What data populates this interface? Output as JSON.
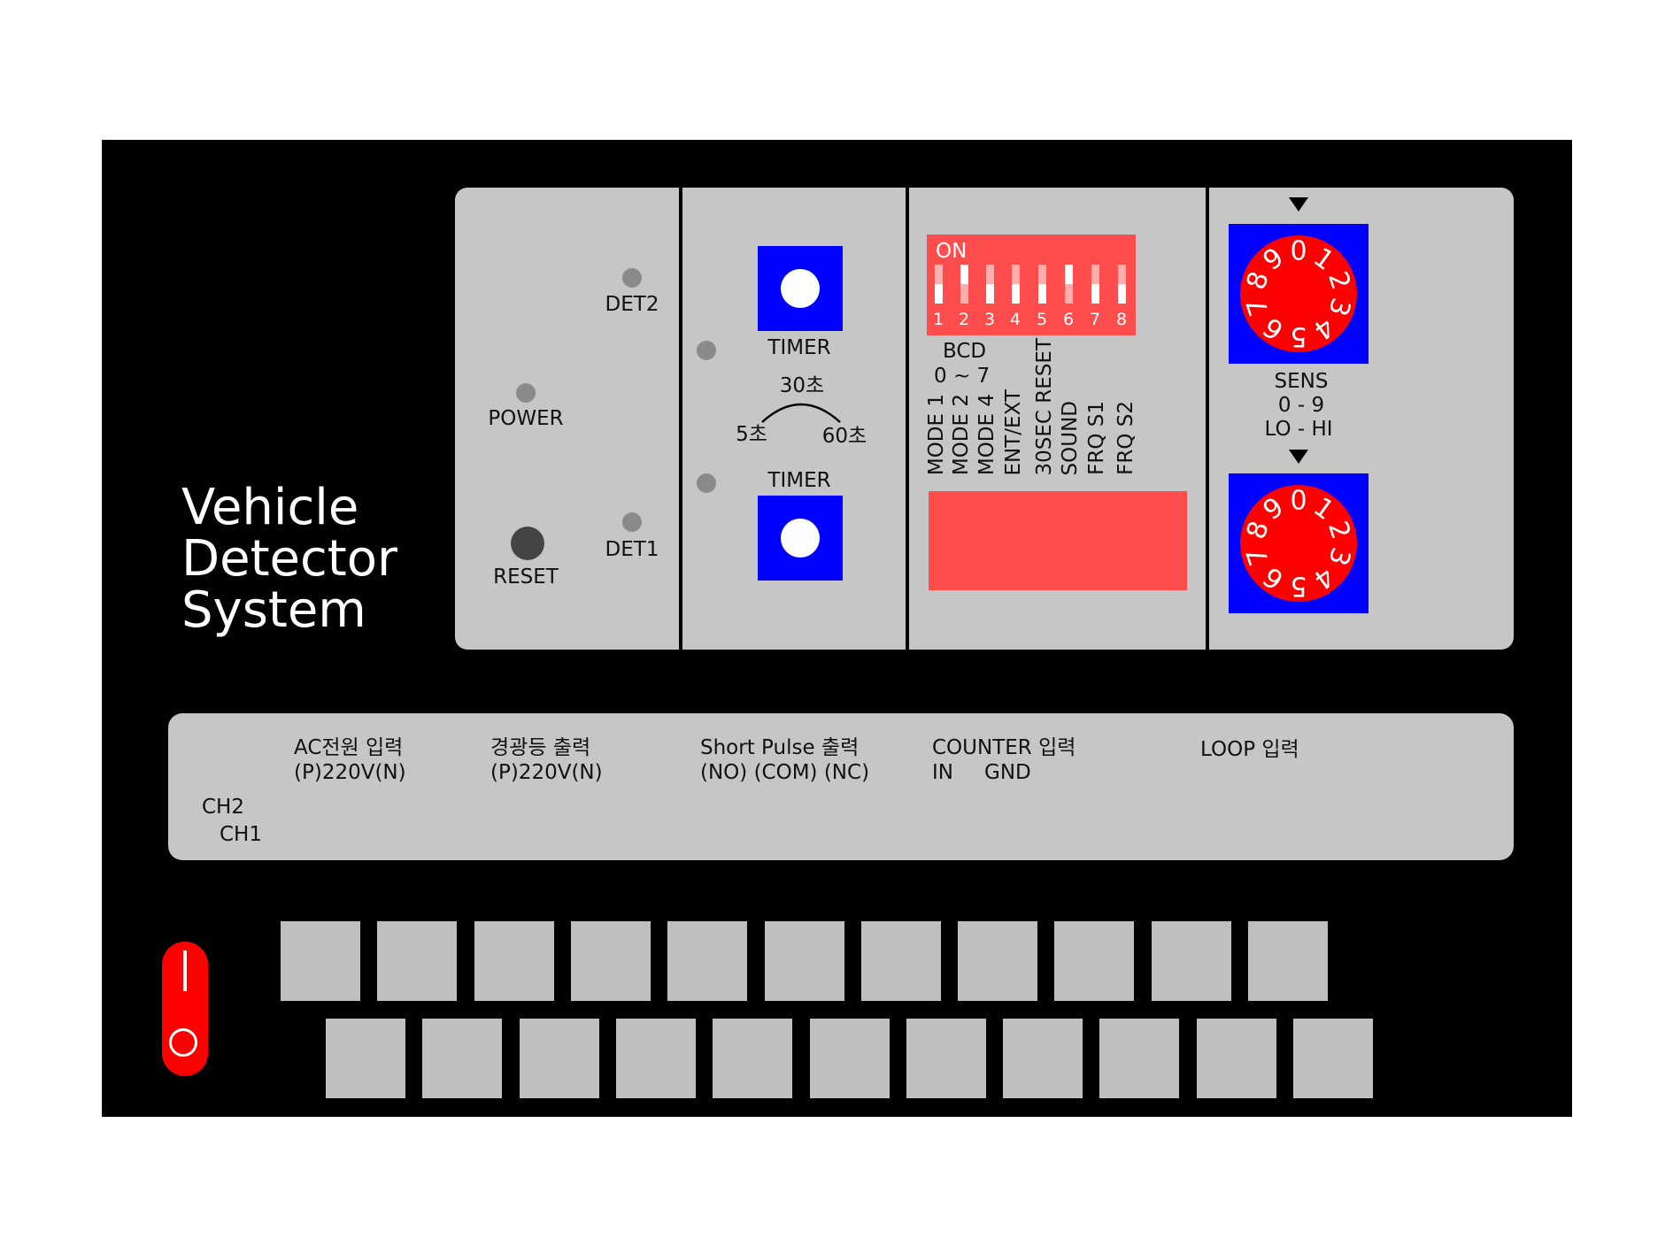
{
  "title": [
    "Vehicle",
    "Detector",
    "System"
  ],
  "indicators": {
    "det2": "DET2",
    "power": "POWER",
    "det1": "DET1",
    "reset": "RESET"
  },
  "timers": {
    "top_label": "TIMER",
    "bottom_label": "TIMER",
    "scale_mid": "30초",
    "scale_min": "5초",
    "scale_max": "60초"
  },
  "dip": {
    "on_label": "ON",
    "numbers": [
      "1",
      "2",
      "3",
      "4",
      "5",
      "6",
      "7",
      "8"
    ],
    "bcd_label": "BCD",
    "bcd_range": "0 ~ 7",
    "functions": [
      "MODE 1",
      "MODE 2",
      "MODE 4",
      "ENT/EXT",
      "30SEC RESET",
      "SOUND",
      "FRQ S1",
      "FRQ S2"
    ]
  },
  "sens": {
    "label": "SENS",
    "range": "0 - 9",
    "lohi": "LO - HI",
    "dial_digits": [
      "0",
      "1",
      "2",
      "3",
      "4",
      "5",
      "6",
      "7",
      "8",
      "9"
    ]
  },
  "terminals": {
    "ch2": "CH2",
    "ch1": "CH1",
    "ac_title": "AC전원 입력",
    "ac_sub": "(P)220V(N)",
    "warn_title": "경광등 출력",
    "warn_sub": "(P)220V(N)",
    "pulse_title": "Short Pulse 출력",
    "pulse_sub": "(NO) (COM) (NC)",
    "counter_title": "COUNTER 입력",
    "counter_in": "IN",
    "counter_gnd": "GND",
    "loop_title": "LOOP 입력"
  },
  "colors": {
    "panel": "#000000",
    "plate": "#c6c6c6",
    "blue": "#0000ff",
    "red": "#ff4d4d",
    "dial_red": "#ff0000",
    "switch_red": "#ff0000"
  },
  "power_switch": {
    "on_symbol": "|",
    "off_symbol": "O"
  }
}
